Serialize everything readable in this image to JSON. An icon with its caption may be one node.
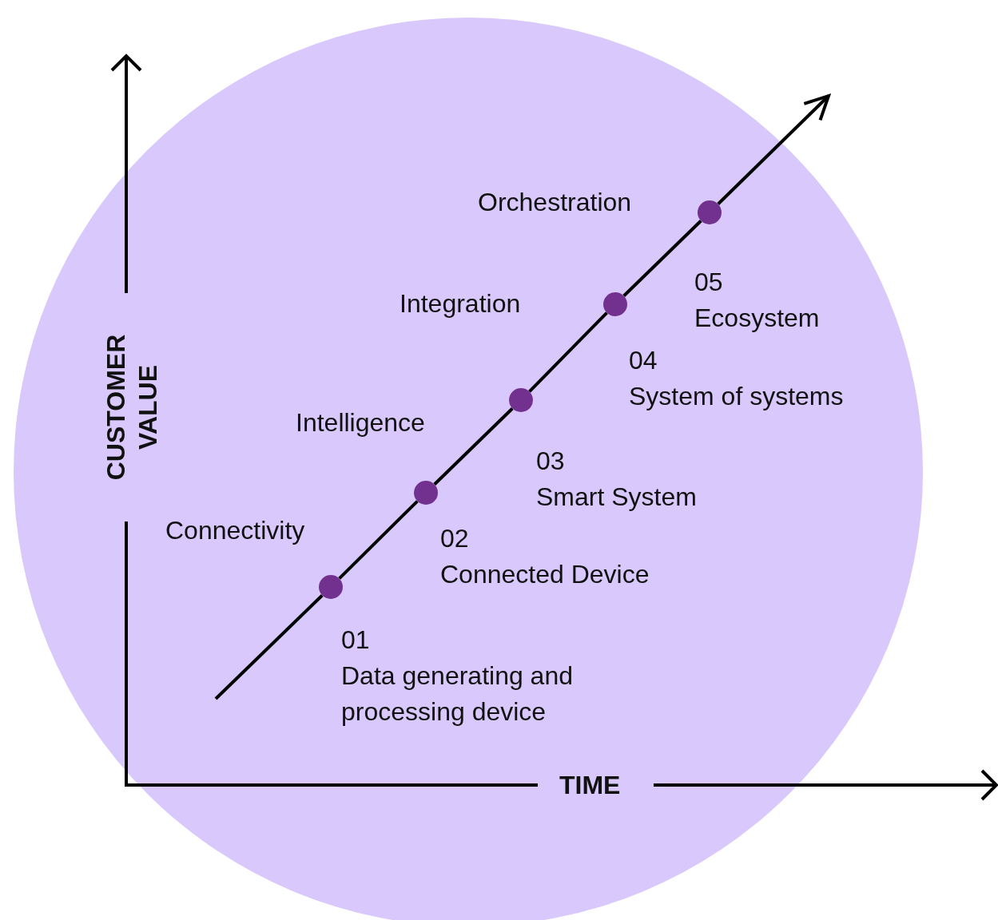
{
  "diagram": {
    "nodes": [
      {
        "text": [],
        "shape": "circle",
        "beside": [
          "01",
          "Data generating and processing device"
        ]
      },
      {
        "text": [],
        "shape": "circle",
        "beside": [
          "02",
          "Connected Device"
        ]
      },
      {
        "text": [],
        "shape": "circle",
        "beside": [
          "03",
          "Smart System"
        ]
      },
      {
        "text": [],
        "shape": "circle",
        "beside": [
          "04",
          "System of systems"
        ]
      },
      {
        "text": [],
        "shape": "circle",
        "beside": [
          "05",
          "Ecosystem"
        ]
      }
    ],
    "edges": [
      {
        "from": null,
        "to": 0,
        "arrow": "none"
      },
      {
        "from": 0,
        "to": 1,
        "arrow": "none"
      },
      {
        "from": 1,
        "to": 2,
        "arrow": "none"
      },
      {
        "from": 2,
        "to": 3,
        "arrow": "none"
      },
      {
        "from": 3,
        "to": 4,
        "arrow": "none"
      },
      {
        "from": 4,
        "to": null,
        "arrow": "to"
      }
    ],
    "labels": [
      "Orchestration",
      "Integration",
      "Intelligence",
      "Connectivity",
      "CUSTOMER VALUE",
      "TIME"
    ]
  }
}
